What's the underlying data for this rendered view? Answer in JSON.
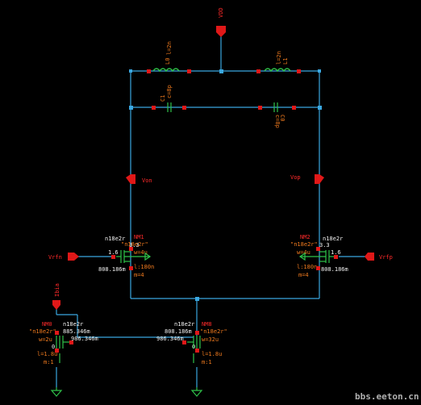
{
  "pins": {
    "vdd": "VDD",
    "von": "Von",
    "vop": "Vop",
    "vrfn": "Vrfn",
    "vrfp": "Vrfp",
    "ibia": "Ibia"
  },
  "inductors": {
    "l0": {
      "name": "L0",
      "value": "l=2n"
    },
    "l1": {
      "name": "L1",
      "value": "l=2n"
    }
  },
  "capacitors": {
    "c1": {
      "name": "C1",
      "value": "c=8p"
    },
    "c0": {
      "name": "C0",
      "value": "c=8p"
    }
  },
  "transistors": {
    "nm1": {
      "name": "NM1",
      "model": "n18e2r",
      "vto": "3.3",
      "cell": "\"n18e2r\"",
      "w": "w=4u",
      "vt": "1.6",
      "l": "l:180n",
      "gm": "808.186m",
      "m": "m=4"
    },
    "nm2": {
      "name": "NM2",
      "model": "n18e2r",
      "vto": "3.3",
      "cell": "\"n18e2r\"",
      "w": "w=4u",
      "vt": "1.6",
      "l": "l:180n",
      "gm": "808.186m",
      "m": "m=4"
    },
    "nm0": {
      "name": "NM0",
      "model": "n18e2r",
      "cell": "\"n18e2r\"",
      "w": "w=2u",
      "vg": "885.346m",
      "id": "986.346m",
      "ls": "l=1.8u",
      "m": "m:1",
      "zero": "0"
    },
    "nm8": {
      "name": "NM8",
      "model": "n18e2r",
      "cell": "\"n18e2r\"",
      "w": "w=32u",
      "vg": "808.186m",
      "id": "986.346m",
      "ls": "l=1.8u",
      "m": "m:1",
      "zero": "0"
    }
  },
  "watermark": "bbs.eeton.cn"
}
